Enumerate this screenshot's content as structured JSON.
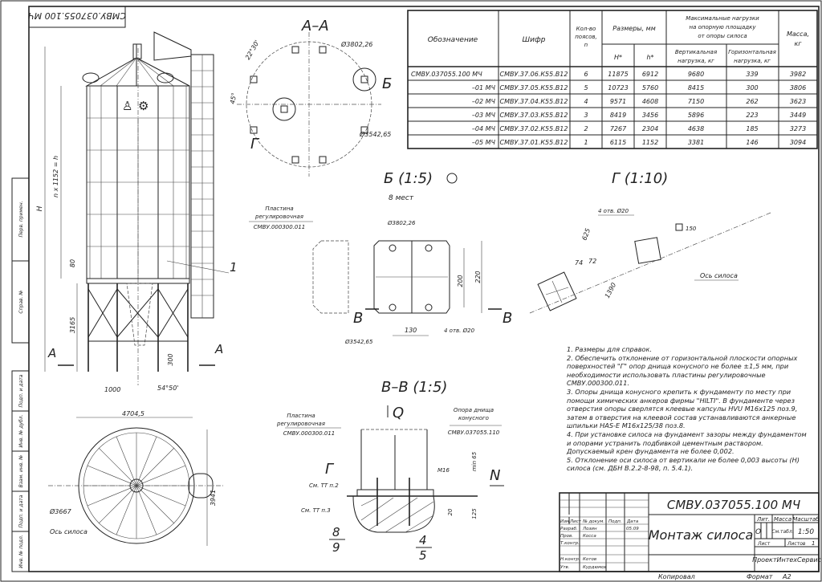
{
  "stamp_rotated": "СМВУ.037055.100 МЧ",
  "side_strip": [
    "Перв. примен.",
    "Справ. №",
    "Подп. и дата",
    "Инв. № дубл.",
    "Взам. инв. №",
    "Подп. и дата",
    "Инв. № подл."
  ],
  "elevation": {
    "dim_H": "H",
    "dim_nh": "n x 1152 = h",
    "dim_80": "80",
    "dim_3165": "3165",
    "dim_300": "300",
    "dim_1000": "1000",
    "angle": "54°50'",
    "section_A": "А",
    "callout_1": "1"
  },
  "plan": {
    "width": "4704,5",
    "dia": "Ø3667",
    "axis": "Ось силоса",
    "depth": "3941"
  },
  "section_AA": {
    "title": "А–А",
    "d1": "Ø3802,26",
    "d2": "Ø3542,65",
    "ang1": "22°30'",
    "ang2": "45°",
    "mark_B": "Б",
    "mark_G": "Г"
  },
  "detail_B": {
    "title": "Б (1:5)",
    "subtitle": "8 мест",
    "plate_label": [
      "Пластина",
      "регулировочная",
      "СМВУ.000300.011"
    ],
    "d1": "Ø3802,26",
    "d2": "Ø3542,65",
    "dim_200": "200",
    "dim_220": "220",
    "dim_130": "130",
    "holes": "4 отв. Ø20",
    "cut": "В"
  },
  "detail_G": {
    "title": "Г (1:10)",
    "holes": "4 отв. Ø20",
    "dim_625": "625",
    "dim_74": "74",
    "dim_72": "72",
    "dim_1390": "1390",
    "sq": "150",
    "axis": "Ось силоса"
  },
  "section_VV": {
    "title": "В–В (1:5)",
    "load": "Q",
    "north": "N",
    "g": "Г",
    "plate_label": [
      "Пластина",
      "регулировочная",
      "СМВУ.000300.011"
    ],
    "support_label": [
      "Опора днища",
      "конусного",
      "СМВУ.037055.110"
    ],
    "m16": "М16",
    "min65": "min 65",
    "dim_20": "20",
    "dim_125": "125",
    "tt2": "См. ТТ п.2",
    "tt3": "См. ТТ п.3",
    "pos": [
      "8",
      "9",
      "4",
      "5"
    ]
  },
  "table": {
    "headers": {
      "designation": "Обозначение",
      "code": "Шифр",
      "rings": [
        "Кол-во",
        "поясов,",
        "n"
      ],
      "sizes": "Размеры, мм",
      "H": "H*",
      "h": "h*",
      "loads": [
        "Максимальные нагрузки",
        "на опорную площадку",
        "от опоры силоса"
      ],
      "vert": [
        "Вертикальная",
        "нагрузка, кг"
      ],
      "horiz": [
        "Горизонтальная",
        "нагрузка, кг"
      ],
      "mass": [
        "Масса,",
        "кг"
      ]
    },
    "rows": [
      [
        "СМВУ.037055.100 МЧ",
        "СМВУ.37.06.К55.В12",
        "6",
        "11875",
        "6912",
        "9680",
        "339",
        "3982"
      ],
      [
        "–01 МЧ",
        "СМВУ.37.05.К55.В12",
        "5",
        "10723",
        "5760",
        "8415",
        "300",
        "3806"
      ],
      [
        "–02 МЧ",
        "СМВУ.37.04.К55.В12",
        "4",
        "9571",
        "4608",
        "7150",
        "262",
        "3623"
      ],
      [
        "–03 МЧ",
        "СМВУ.37.03.К55.В12",
        "3",
        "8419",
        "3456",
        "5896",
        "223",
        "3449"
      ],
      [
        "–04 МЧ",
        "СМВУ.37.02.К55.В12",
        "2",
        "7267",
        "2304",
        "4638",
        "185",
        "3273"
      ],
      [
        "–05 МЧ",
        "СМВУ.37.01.К55.В12",
        "1",
        "6115",
        "1152",
        "3381",
        "146",
        "3094"
      ]
    ]
  },
  "notes": [
    "1. Размеры для справок.",
    "2. Обеспечить отклонение от горизонтальной плоскости опорных поверхностей \"Г\" опор днища конусного не более ±1,5 мм, при необходимости использовать пластины регулировочные СМВУ.000300.011.",
    "3. Опоры днища конусного крепить к фундаменту по месту при помощи химических анкеров фирмы \"HILTI\". В фундаменте через отверстия опоры сверлятся клеевые капсулы HVU M16x125 поз.9, затем в отверстия на клеевой состав устанавливаются анкерные шпильки HAS-E M16x125/38 поз.8.",
    "4. При установке силоса на фундамент зазоры между фундаментом и опорами устранить подбивкой цементным раствором. Допускаемый крен фундамента не более 0,002.",
    "5. Отклонение оси силоса от вертикали не более 0,003 высоты (H) силоса (см. ДБН В.2.2-8-98, п. 5.4.1)."
  ],
  "title_block": {
    "doc_number": "СМВУ.037055.100 МЧ",
    "name": "Монтаж силоса",
    "col_heads": [
      "Изм.",
      "Лист",
      "№ докум.",
      "Подп.",
      "Дата"
    ],
    "roles": [
      [
        "Разраб.",
        "Лозин"
      ],
      [
        "Пров.",
        "Косса"
      ],
      [
        "Т.контр.",
        ""
      ],
      [
        "Н.контр.",
        "Котов"
      ],
      [
        "Утв.",
        "Курдюмов"
      ]
    ],
    "date": "05.09",
    "lit_label": "Лит.",
    "mass_label": "Масса",
    "scale_label": "Масштаб",
    "lit_value": "О",
    "mass_value": "См.табл.",
    "scale_value": "1:50",
    "sheet_label": "Лист",
    "sheets_label": "Листов",
    "sheets_value": "1",
    "company": "ПроектИнтехСервис",
    "copied": "Копировал",
    "format_label": "Формат",
    "format_value": "А2"
  }
}
